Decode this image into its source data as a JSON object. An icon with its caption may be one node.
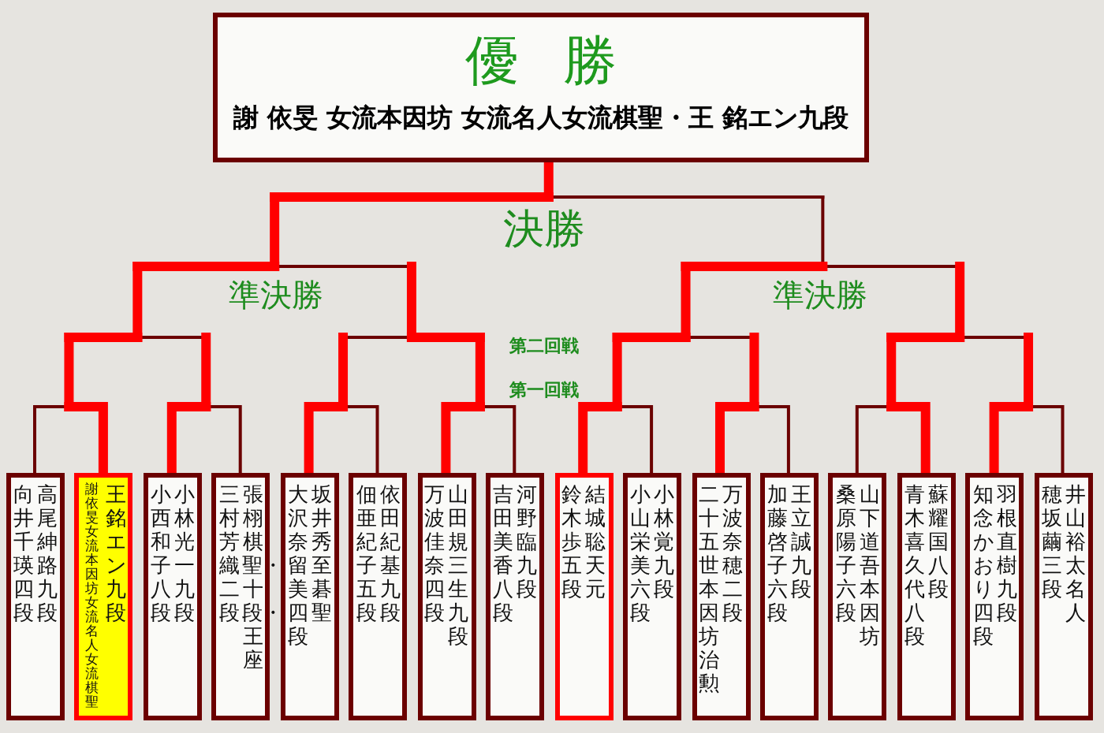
{
  "diagram": {
    "nodes": [
      {
        "text": [
          "優勝",
          "謝 依旻 女流本因坊 女流名人女流棋聖・王 銘エン九段"
        ]
      },
      {
        "text": [
          "向井千瑛四段",
          "高尾紳路九段"
        ]
      },
      {
        "text": [
          "謝依旻女流本因坊女流名人女流棋聖",
          "王銘エン九段"
        ]
      },
      {
        "text": [
          "小西和子八段",
          "小林光一九段"
        ]
      },
      {
        "text": [
          "三村芳織二段",
          "張栩棋聖・十段・王座"
        ]
      },
      {
        "text": [
          "大沢奈留美四段",
          "坂井秀至碁聖"
        ]
      },
      {
        "text": [
          "佃亜紀子五段",
          "依田紀基九段"
        ]
      },
      {
        "text": [
          "万波佳奈四段",
          "山田規三生九段"
        ]
      },
      {
        "text": [
          "吉田美香八段",
          "河野臨九段"
        ]
      },
      {
        "text": [
          "鈴木歩五段",
          "結城聡天元"
        ]
      },
      {
        "text": [
          "小山栄美六段",
          "小林覚九段"
        ]
      },
      {
        "text": [
          "二十五世本因坊治勲",
          "万波奈穂二段"
        ]
      },
      {
        "text": [
          "加藤啓子六段",
          "王立誠九段"
        ]
      },
      {
        "text": [
          "桑原陽子六段",
          "山下道吾本因坊"
        ]
      },
      {
        "text": [
          "青木喜久代八段",
          "蘇耀国八段"
        ]
      },
      {
        "text": [
          "知念かおり四段",
          "羽根直樹九段"
        ]
      },
      {
        "text": [
          "穂坂繭三段",
          "井山裕太名人"
        ]
      }
    ],
    "edges": [
      {
        "from": 1,
        "to": 0,
        "arrow": "none",
        "style": "thick",
        "color": "#ff0000"
      },
      {
        "from": 2,
        "to": 0,
        "arrow": "none",
        "style": "thick",
        "color": "#ff0000"
      },
      {
        "from": 3,
        "to": 0,
        "arrow": "none",
        "style": "thick",
        "color": "#ff0000"
      },
      {
        "from": 4,
        "to": 0,
        "arrow": "none",
        "style": "thick",
        "color": "#ff0000"
      },
      {
        "from": 5,
        "to": 0,
        "arrow": "none",
        "style": "thick",
        "color": "#ff0000"
      },
      {
        "from": 6,
        "to": 0,
        "arrow": "none",
        "style": "thick",
        "color": "#ff0000"
      },
      {
        "from": 7,
        "to": 0,
        "arrow": "none",
        "style": "thick",
        "color": "#ff0000"
      },
      {
        "from": 8,
        "to": 0,
        "arrow": "none",
        "style": "thick",
        "color": "#ff0000"
      },
      {
        "from": 9,
        "to": 0,
        "arrow": "none",
        "color": "#6b0000"
      },
      {
        "from": 10,
        "to": 0,
        "arrow": "none",
        "color": "#6b0000"
      },
      {
        "from": 11,
        "to": 0,
        "arrow": "none",
        "color": "#6b0000"
      },
      {
        "from": 12,
        "to": 0,
        "arrow": "none",
        "color": "#6b0000"
      },
      {
        "from": 13,
        "to": 0,
        "arrow": "none",
        "color": "#6b0000"
      },
      {
        "from": 14,
        "to": 0,
        "arrow": "none",
        "color": "#6b0000"
      },
      {
        "from": 15,
        "to": 0,
        "arrow": "none",
        "color": "#6b0000"
      },
      {
        "from": 16,
        "to": 0,
        "arrow": "none",
        "color": "#6b0000"
      }
    ],
    "labels": [
      "決勝",
      "準決勝",
      "準決勝",
      "第二回戦",
      "第一回戦"
    ]
  }
}
